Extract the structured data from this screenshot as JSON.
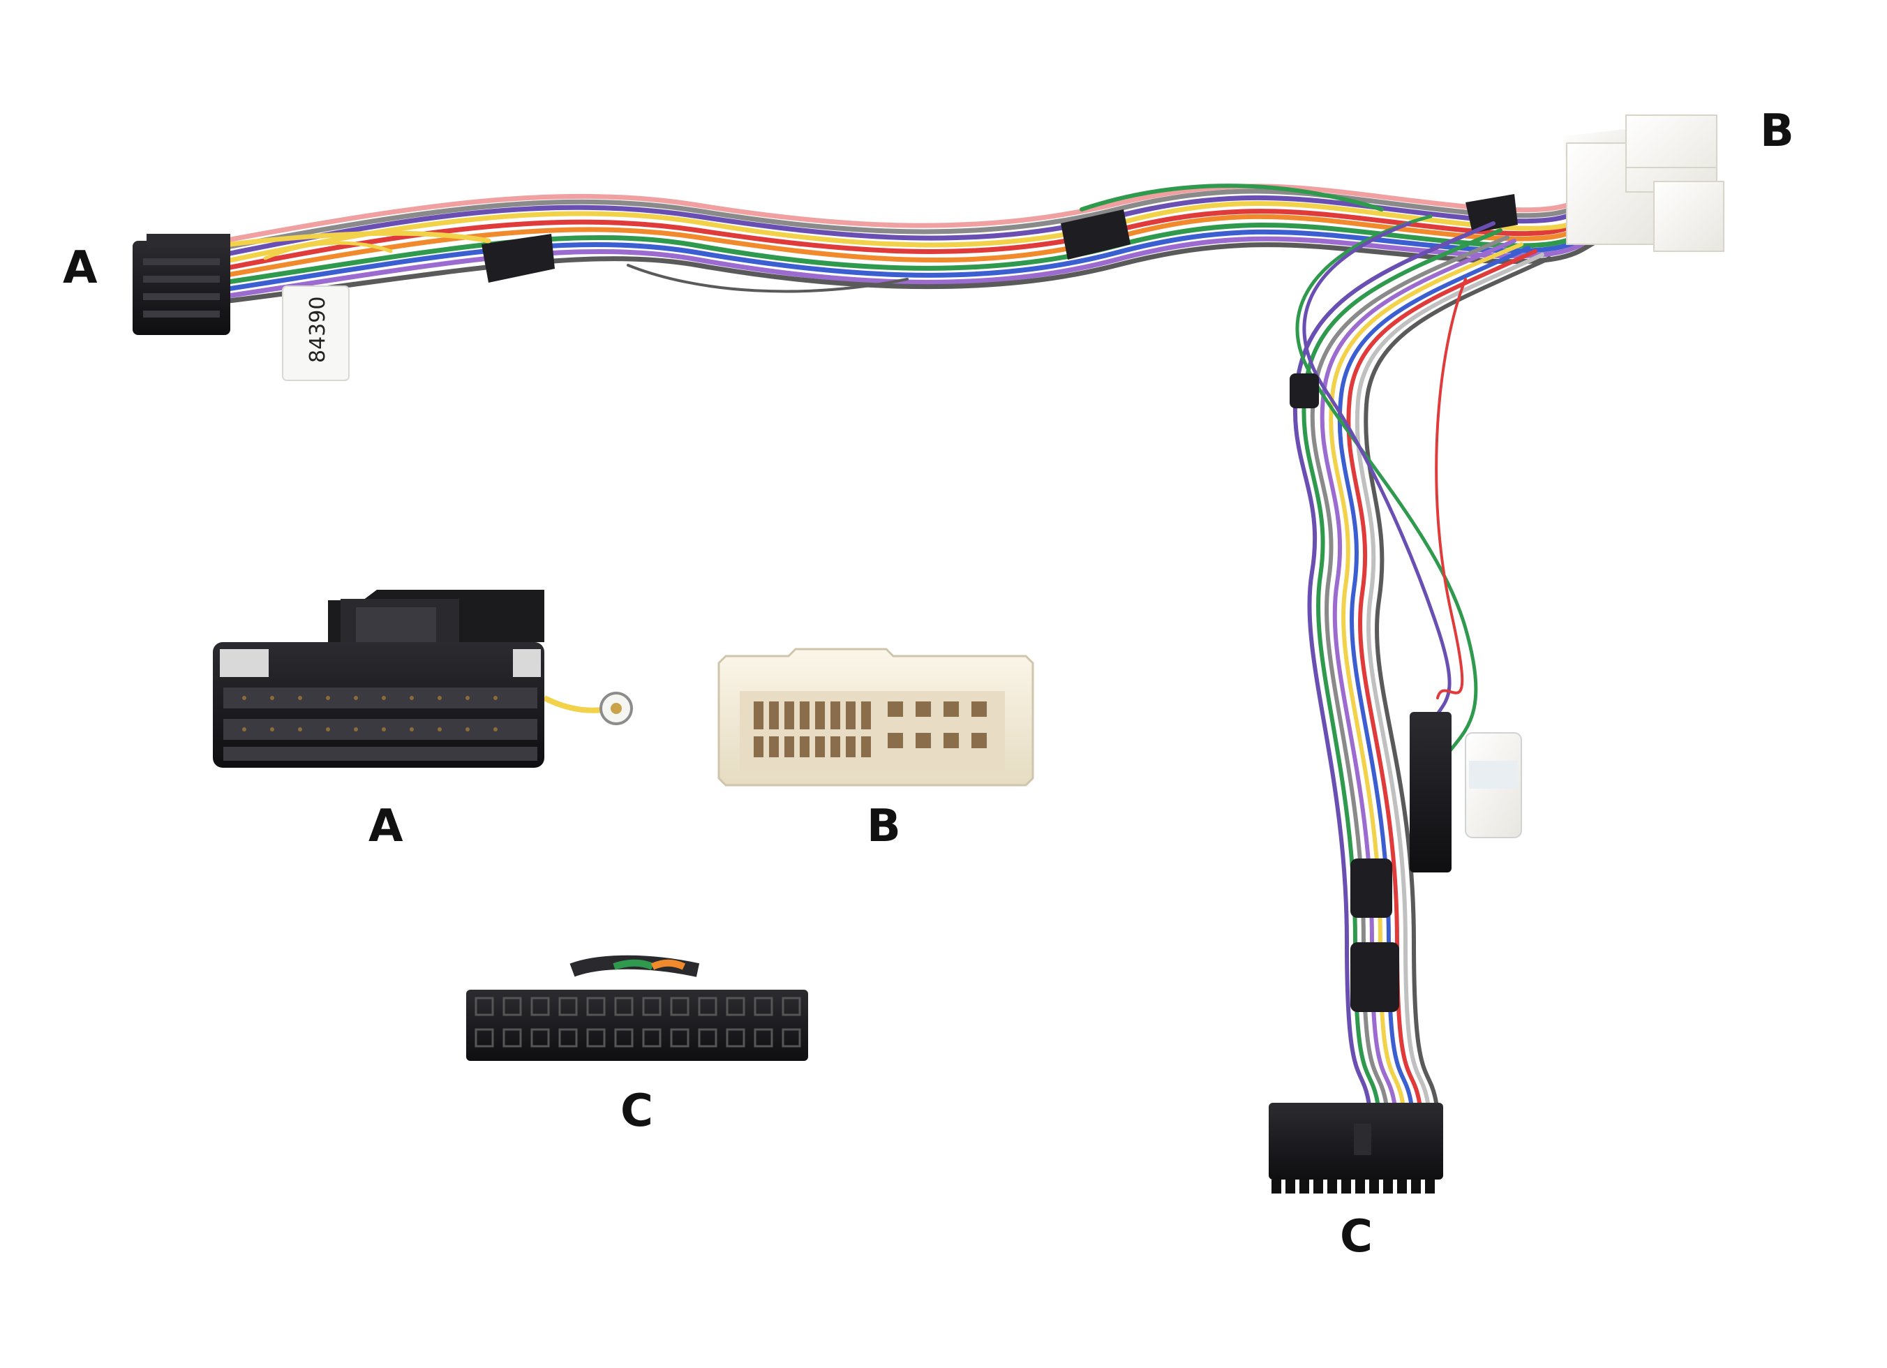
{
  "labels": {
    "a_top": "A",
    "b_top": "B",
    "c_main": "C",
    "a_detail": "A",
    "b_detail": "B",
    "c_detail": "C"
  },
  "tag_text": "84390",
  "colors": {
    "connector_black": "#1b1b1e",
    "connector_cream": "#f1e9d6",
    "connector_white": "#f4f2ec",
    "tape": "#1e1e22",
    "wires": [
      "#e03b3b",
      "#f08a2c",
      "#f3d24b",
      "#2f9a4e",
      "#6a4fb3",
      "#3b5fd0",
      "#8a8a8a",
      "#5a5a5a",
      "#f0a0a0",
      "#9b6bd0",
      "#c0c0c0",
      "#222222"
    ]
  }
}
